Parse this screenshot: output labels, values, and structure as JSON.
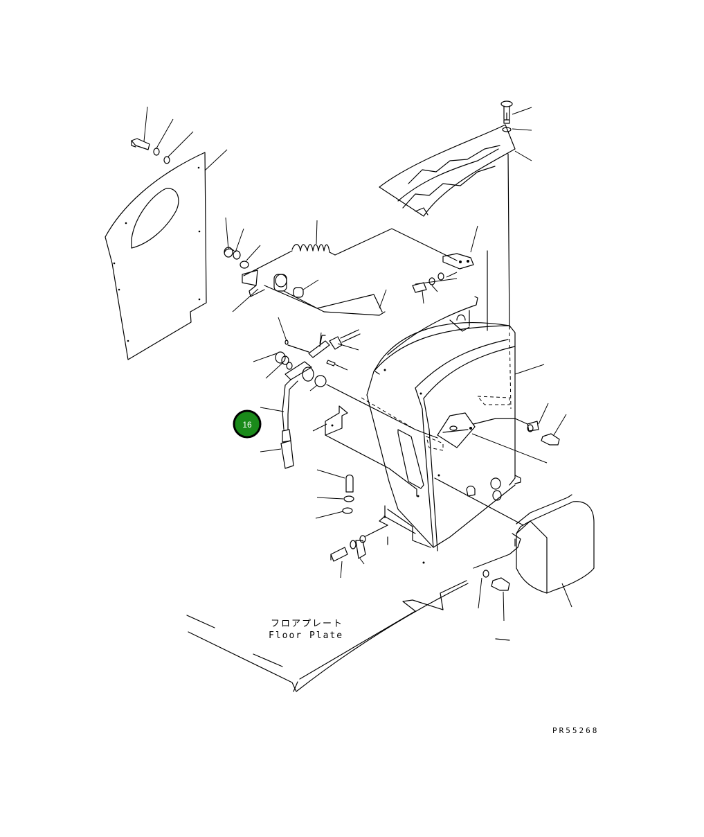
{
  "diagram": {
    "floor_plate_label_jp": "フロアプレート",
    "floor_plate_label_en": "Floor Plate",
    "drawing_code": "PR55268",
    "callout": {
      "number": "16",
      "color": "#1a8a1a",
      "ring": "#000000"
    }
  }
}
